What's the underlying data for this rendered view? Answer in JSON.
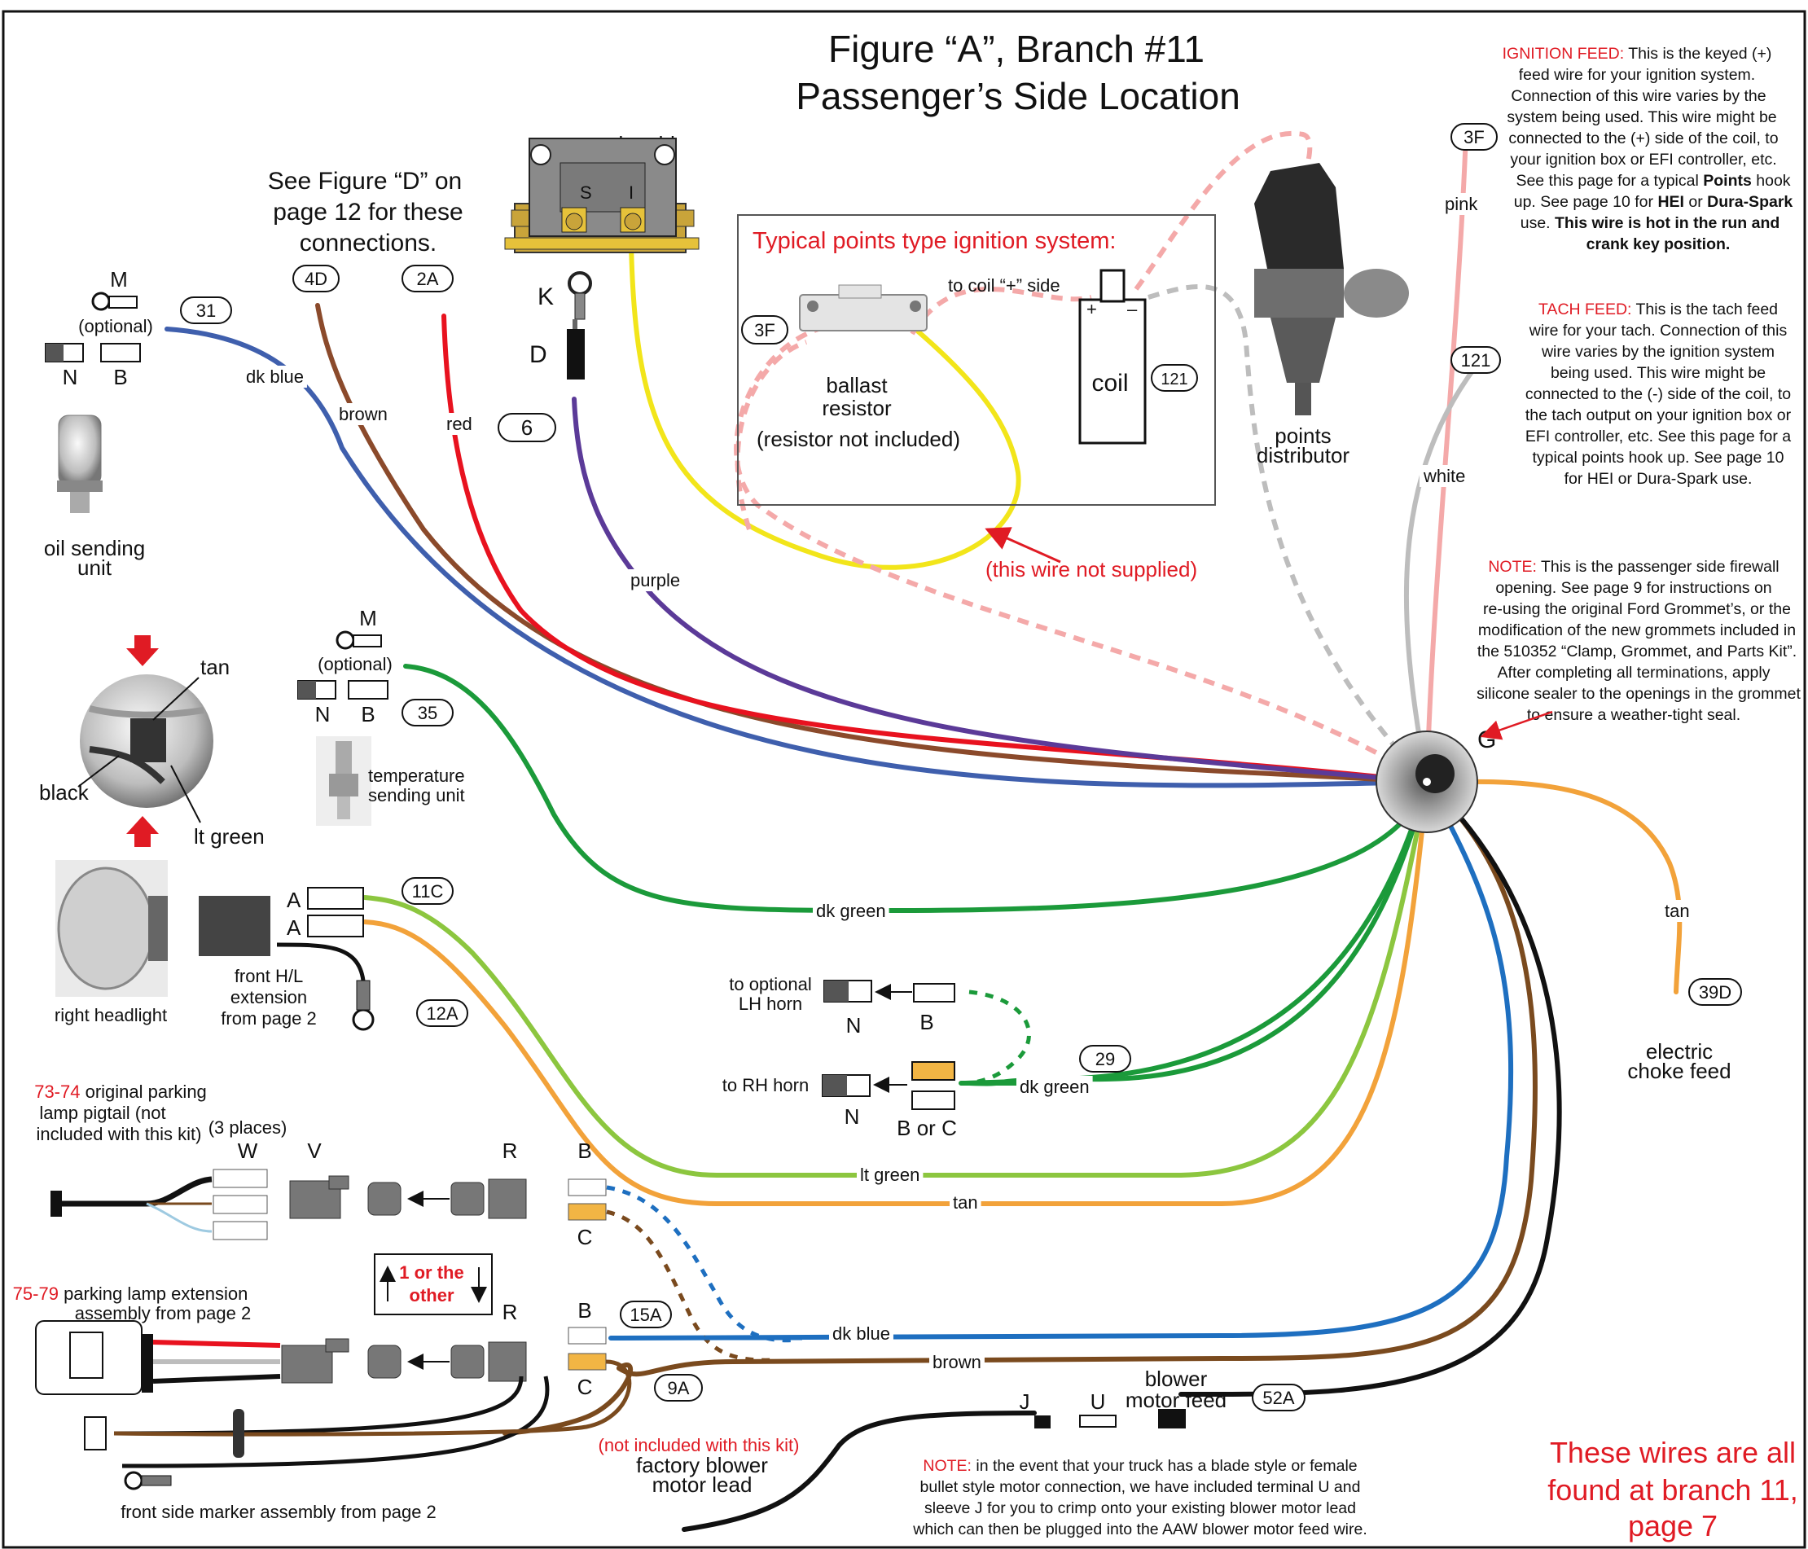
{
  "title": {
    "line1": "Figure “A”, Branch #11",
    "line2": "Passenger’s Side Location"
  },
  "colors": {
    "red": "#e8121f",
    "dk_blue": "#3f5fad",
    "brown": "#8b4a2b",
    "purple": "#5b3a98",
    "yellow": "#f2e51a",
    "dk_green": "#1b9a3a",
    "lt_green": "#8cc63f",
    "tan": "#f2a23a",
    "pink": "#f4a9a9",
    "white_wire": "#bdbdbd",
    "blue": "#1e6fc0",
    "black": "#111111"
  },
  "see_figure_d": {
    "line1": "See Figure “D” on",
    "line2": "page 12 for these",
    "line3": "connections."
  },
  "starter": {
    "title": "starter solenoid",
    "s": "S",
    "i": "I",
    "k": "K",
    "d": "D"
  },
  "points_box": {
    "title": "Typical points type ignition system:",
    "to_coil": "to coil “+” side",
    "ballast1": "ballast",
    "ballast2": "resistor",
    "ballast3": "(resistor not included)",
    "coil": "coil",
    "plus": "+",
    "minus": "–",
    "not_supplied": "(this wire not supplied)"
  },
  "distributor": {
    "line1": "points",
    "line2": "distributor"
  },
  "circuits": {
    "c31": "31",
    "c4d": "4D",
    "c2a": "2A",
    "c6": "6",
    "c3f_box": "3F",
    "c121_box": "121",
    "c3f_right": "3F",
    "c121_right": "121",
    "c35": "35",
    "c11c": "11C",
    "c12a": "12A",
    "c29": "29",
    "c39d": "39D",
    "c15a": "15A",
    "c9a": "9A",
    "c52a": "52A"
  },
  "wire_labels": {
    "dk_blue": "dk blue",
    "brown": "brown",
    "red": "red",
    "purple": "purple",
    "pink": "pink",
    "white": "white",
    "dk_green": "dk green",
    "tan": "tan",
    "dk_green_29": "dk green",
    "lt_green": "lt green",
    "tan_bottom": "tan",
    "dk_blue_bottom": "dk blue",
    "brown_bottom": "brown"
  },
  "oil": {
    "m": "M",
    "optional": "(optional)",
    "n": "N",
    "b": "B",
    "label1": "oil sending",
    "label2": "unit"
  },
  "temp": {
    "m": "M",
    "optional": "(optional)",
    "n": "N",
    "b": "B",
    "label1": "temperature",
    "label2": "sending unit"
  },
  "headlight_connector": {
    "tan": "tan",
    "black": "black",
    "lt_green": "lt green"
  },
  "headlight": {
    "label": "right headlight",
    "a1": "A",
    "a2": "A",
    "ext1": "front H/L",
    "ext2": "extension",
    "ext3": "from page 2"
  },
  "horn": {
    "opt1": "to optional",
    "opt2": "LH horn",
    "n1": "N",
    "b1": "B",
    "rh": "to RH horn",
    "n2": "N",
    "bc": "B or C"
  },
  "parking": {
    "yr1": "73-74",
    "desc1a": " original parking",
    "desc1b": "lamp pigtail (not",
    "desc1c": "included with this kit)",
    "places": "(3 places)",
    "w": "W",
    "v": "V",
    "r": "R",
    "b": "B",
    "c": "C",
    "one_other1": "1 or the",
    "one_other2": "other",
    "yr2": "75-79",
    "desc2a": " parking lamp extension",
    "desc2b": "assembly from page 2",
    "r2": "R",
    "b2": "B",
    "c2": "C",
    "side_marker": "front side marker assembly from page 2"
  },
  "grommet": {
    "g": "G"
  },
  "choke": {
    "line1": "electric",
    "line2": "choke feed"
  },
  "blower": {
    "j": "J",
    "u": "U",
    "feed1": "blower",
    "feed2": "motor feed",
    "not_inc": "(not included with this kit)",
    "factory1": "factory blower",
    "factory2": "motor lead"
  },
  "notes": {
    "ign_head": "IGNITION FEED:",
    "ign_l1": " This is the keyed (+)",
    "ign_l2": "feed wire for your ignition system.",
    "ign_l3": "Connection of this wire varies by the",
    "ign_l4": "system being used. This wire might be",
    "ign_l5": "connected to the (+) side of the coil, to",
    "ign_l6": "your ignition box or EFI controller, etc.",
    "ign_l7a": "See this page for a typical ",
    "ign_l7b": "Points",
    "ign_l7c": " hook",
    "ign_l8a": "up. See page 10 for ",
    "ign_l8b": "HEI",
    "ign_l8c": " or ",
    "ign_l8d": "Dura-Spark",
    "ign_l9a": "use. ",
    "ign_l9b": "This wire is hot in the run and",
    "ign_l10": "crank key position.",
    "tach_head": "TACH FEED:",
    "tach_l1": " This is the tach feed",
    "tach_l2": "wire for your tach. Connection of this",
    "tach_l3": "wire varies by the ignition system",
    "tach_l4": "being used. This wire might be",
    "tach_l5": "connected to the (-) side of the coil, to",
    "tach_l6": "the tach output on your ignition box or",
    "tach_l7": "EFI controller, etc. See this page for a",
    "tach_l8": "typical points hook up. See page 10",
    "tach_l9": "for HEI or Dura-Spark use.",
    "note_head": "NOTE:",
    "note_l1": " This is the passenger side firewall",
    "note_l2": "opening. See page 9 for instructions on",
    "note_l3": "re-using the original Ford Grommet’s, or the",
    "note_l4": "modification of the new grommets included in",
    "note_l5": "the 510352 “Clamp, Grommet, and Parts Kit”.",
    "note_l6": "After completing all terminations, apply",
    "note_l7": "silicone sealer to the openings in the grommet",
    "note_l8": "to ensure a weather-tight seal.",
    "bottom_head": "NOTE:",
    "bottom_l1": " in the event that your truck has a blade style or female",
    "bottom_l2": "bullet style motor connection, we have included terminal U and",
    "bottom_l3": "sleeve J for you to crimp onto your existing blower motor lead",
    "bottom_l4": "which can then be plugged into the AAW blower motor feed wire.",
    "branch1": "These wires are all",
    "branch2": "found at branch 11,",
    "branch3": "page 7"
  }
}
